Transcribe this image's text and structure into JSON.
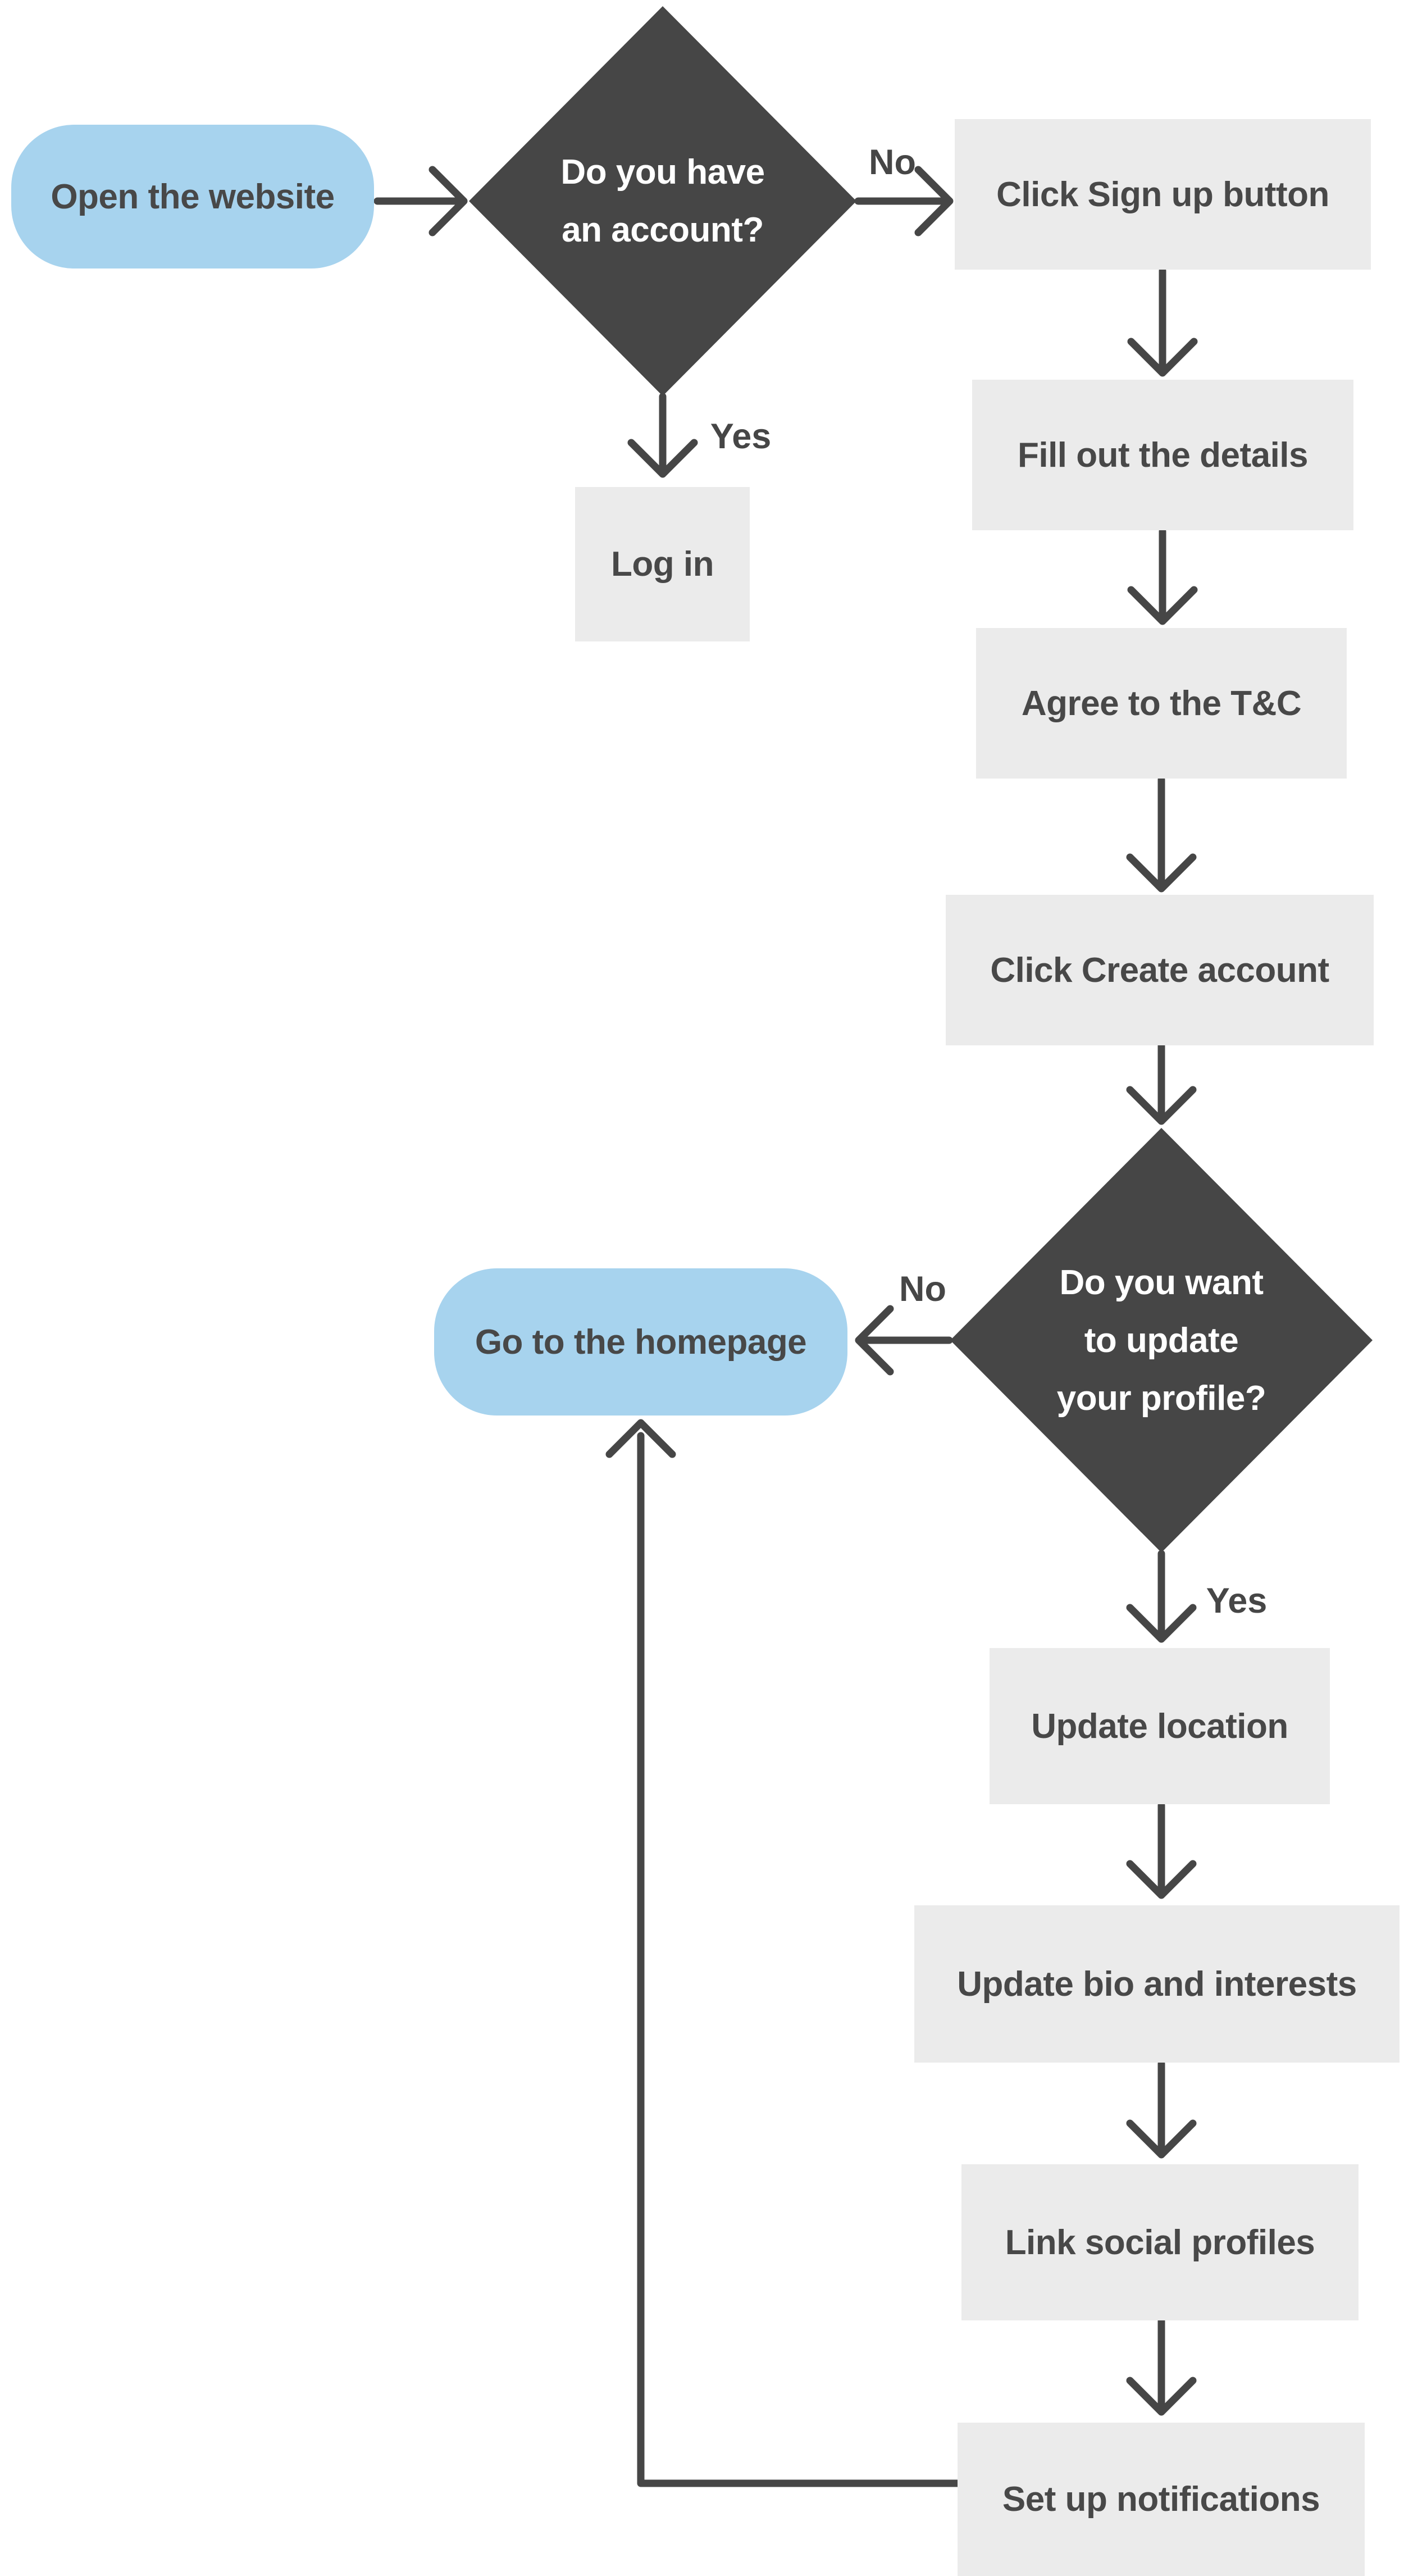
{
  "diagram": {
    "type": "flowchart",
    "nodes": {
      "start": {
        "shape": "terminal",
        "label": "Open the website"
      },
      "decision1": {
        "shape": "decision",
        "lines": [
          "Do you have",
          "an account?"
        ]
      },
      "signup": {
        "shape": "process",
        "label": "Click Sign up button"
      },
      "login": {
        "shape": "process",
        "label": "Log in"
      },
      "details": {
        "shape": "process",
        "label": "Fill out the details"
      },
      "tnc": {
        "shape": "process",
        "label": "Agree to the T&C"
      },
      "create": {
        "shape": "process",
        "label": "Click Create account"
      },
      "decision2": {
        "shape": "decision",
        "lines": [
          "Do you want",
          "to update",
          "your profile?"
        ]
      },
      "homepage": {
        "shape": "terminal",
        "label": "Go to the homepage"
      },
      "update_location": {
        "shape": "process",
        "label": "Update location"
      },
      "update_bio": {
        "shape": "process",
        "label": "Update bio and interests"
      },
      "link_social": {
        "shape": "process",
        "label": "Link social profiles"
      },
      "notifications": {
        "shape": "process",
        "label": "Set up notifications"
      }
    },
    "edge_labels": {
      "decision1_no": "No",
      "decision1_yes": "Yes",
      "decision2_no": "No",
      "decision2_yes": "Yes"
    },
    "colors": {
      "terminal_fill": "#a7d3ee",
      "process_fill": "#ebebeb",
      "decision_fill": "#464646",
      "line": "#464646",
      "text_dark": "#484848",
      "text_light": "#ffffff"
    }
  }
}
